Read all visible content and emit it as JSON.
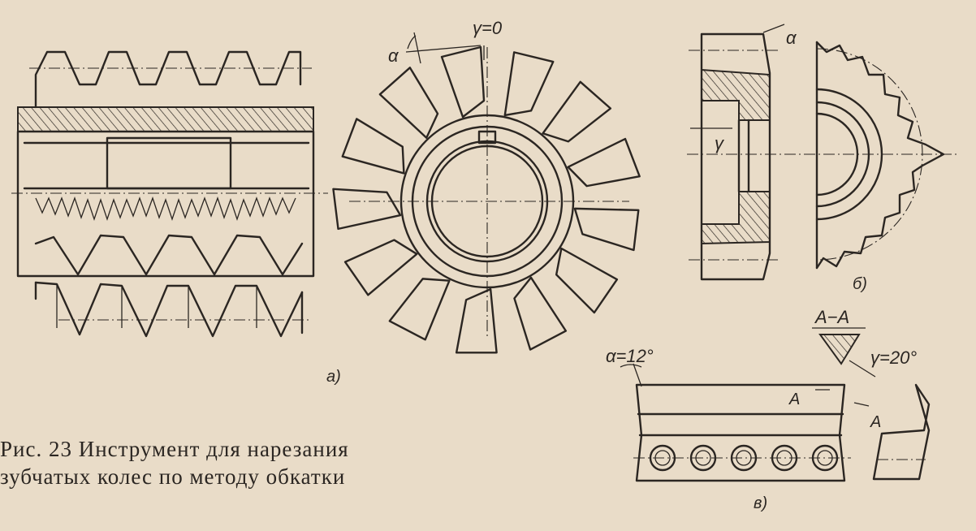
{
  "labels": {
    "gamma_zero": "γ=0",
    "alpha_a": "α",
    "alpha_b": "α",
    "gamma_b": "γ",
    "view_a": "а)",
    "view_b": "б)",
    "view_v": "в)",
    "section": "A−A",
    "alpha_v": "α=12°",
    "gamma_v": "γ=20°",
    "cut_a1": "A",
    "cut_a2": "A"
  },
  "caption": {
    "line1": "Рис. 23     Инструмент для нарезания",
    "line2": "зубчатых колес по методу обкатки"
  }
}
